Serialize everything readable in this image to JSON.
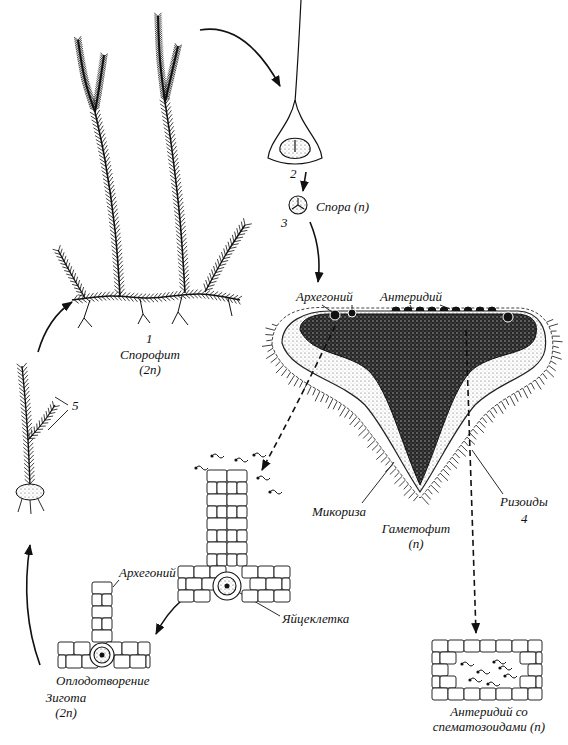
{
  "diagram": {
    "labels": [
      "1",
      "Спорофит (2n)",
      "2",
      "3",
      "Спора (n)",
      "Архегоний",
      "Антеридий",
      "Микориза",
      "Гаметофит (n)",
      "Ризоиды",
      "4",
      "Яйцеклетка",
      "Архегоний",
      "Оплодотворение",
      "Зигота (2n)",
      "Антеридий со спематозоидами (n)",
      "5"
    ]
  }
}
